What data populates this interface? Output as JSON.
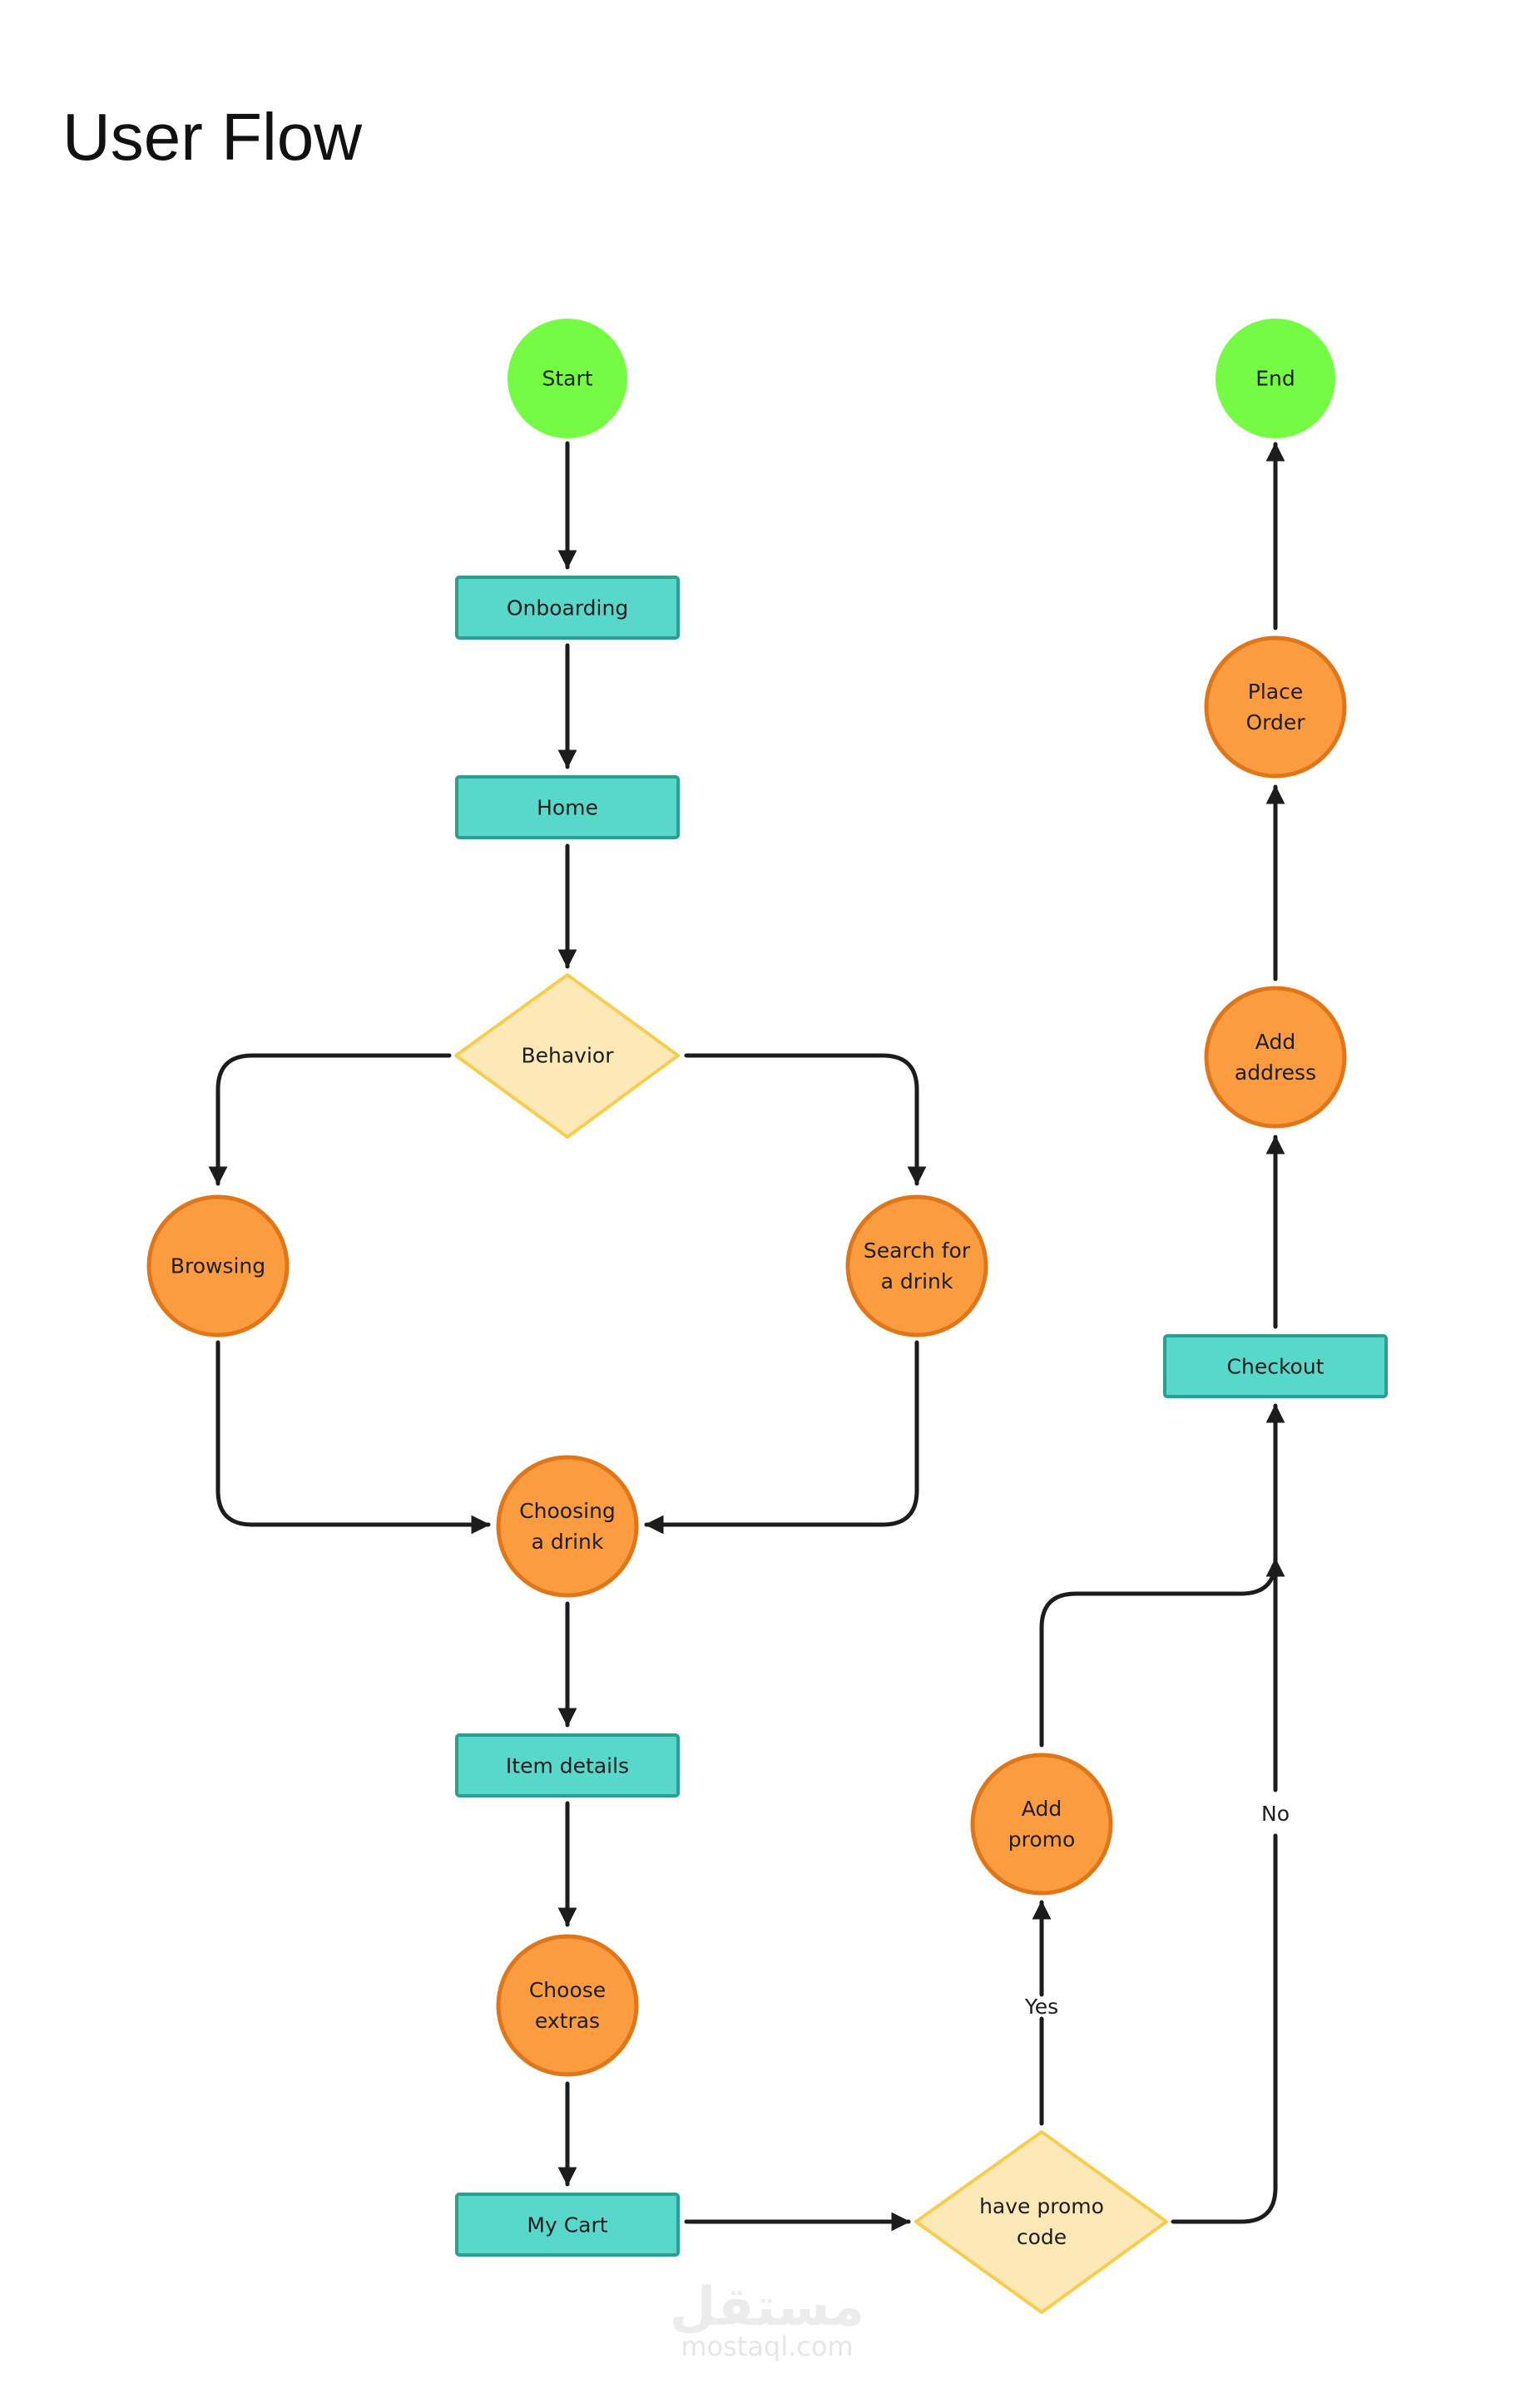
{
  "title": "User Flow",
  "colors": {
    "terminal_fill": "#76fb44",
    "process_fill": "#58d8cb",
    "process_stroke": "#2e9e93",
    "decision_fill": "#fde9b8",
    "decision_stroke": "#f7cd4e",
    "action_fill": "#fb9c40",
    "action_stroke": "#e07618",
    "edge": "#1c1c1c"
  },
  "nodes": {
    "start": {
      "lines": [
        "Start"
      ]
    },
    "end": {
      "lines": [
        "End"
      ]
    },
    "onboarding": {
      "lines": [
        "Onboarding"
      ]
    },
    "home": {
      "lines": [
        "Home"
      ]
    },
    "behavior": {
      "lines": [
        "Behavior"
      ]
    },
    "browsing": {
      "lines": [
        "Browsing"
      ]
    },
    "search": {
      "lines": [
        "Search for",
        "a drink"
      ]
    },
    "choosing": {
      "lines": [
        "Choosing",
        "a drink"
      ]
    },
    "item_details": {
      "lines": [
        "Item details"
      ]
    },
    "choose_extras": {
      "lines": [
        "Choose",
        "extras"
      ]
    },
    "my_cart": {
      "lines": [
        "My Cart"
      ]
    },
    "promo_q": {
      "lines": [
        "have promo",
        "code"
      ]
    },
    "add_promo": {
      "lines": [
        "Add",
        "promo"
      ]
    },
    "checkout": {
      "lines": [
        "Checkout"
      ]
    },
    "add_address": {
      "lines": [
        "Add",
        "address"
      ]
    },
    "place_order": {
      "lines": [
        "Place",
        "Order"
      ]
    }
  },
  "edge_labels": {
    "yes": "Yes",
    "no": "No"
  },
  "watermark": {
    "arabic": "مستقل",
    "site": "mostaql.com"
  }
}
